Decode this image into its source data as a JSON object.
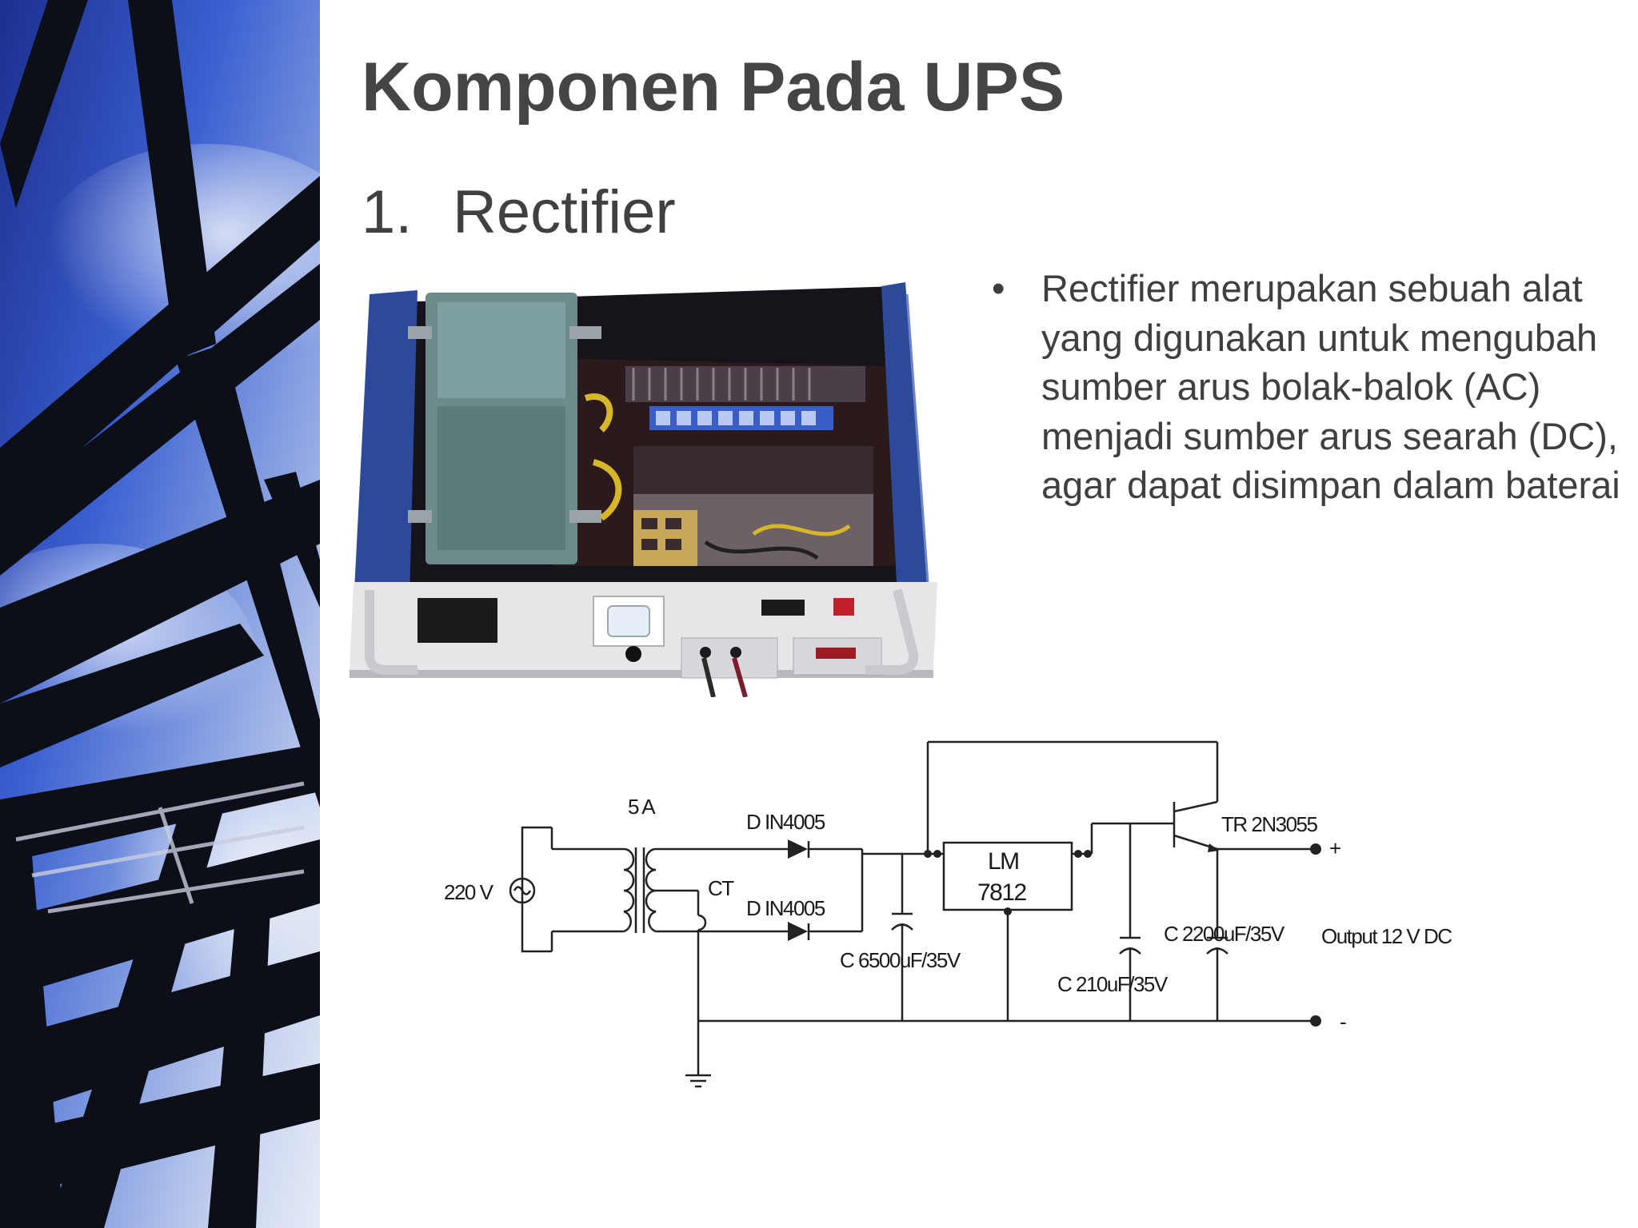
{
  "slide": {
    "title": "Komponen Pada UPS",
    "section_number": "1.",
    "section_title": "Rectifier",
    "bullet_symbol": "•",
    "bullet_text": "Rectifier merupakan sebuah alat yang digunakan untuk mengubah sumber arus bolak-balok (AC) menjadi sumber arus searah (DC), agar dapat disimpan dalam baterai"
  },
  "circuit": {
    "fuse": "5 A",
    "source": "220 V",
    "center_tap": "CT",
    "diode_top": "D IN4005",
    "diode_bottom": "D IN4005",
    "regulator_line1": "LM",
    "regulator_line2": "7812",
    "transistor": "TR 2N3055",
    "cap_input": "C 6500uF/35V",
    "cap_reg": "C 210uF/35V",
    "cap_output": "C 2200uF/35V",
    "output": "Output 12 V DC",
    "plus": "+",
    "minus": "-"
  },
  "colors": {
    "title": "#454545",
    "body_text": "#3f3f3f",
    "sky_blue": "#2a48b8",
    "steel_dark": "#0c0f18",
    "chassis_blue": "#2d4a9a"
  },
  "icons": [
    "ac-source-icon",
    "ground-icon"
  ]
}
